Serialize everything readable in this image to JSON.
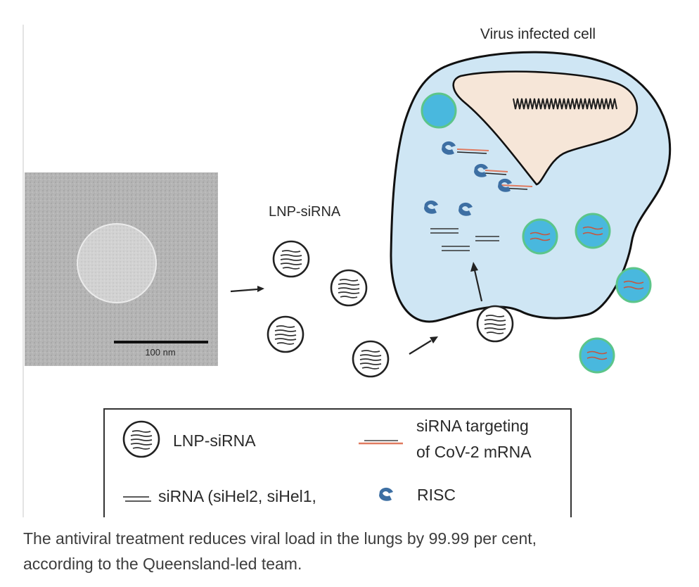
{
  "figure": {
    "virus_cell_label": "Virus infected cell",
    "lnp_label": "LNP-siRNA",
    "scale_bar_label": "100 nm",
    "legend": {
      "lnp": "LNP-siRNA",
      "targeting_line1": "siRNA targeting",
      "targeting_line2": "of CoV-2 mRNA",
      "sirna": "siRNA (siHel2, siHel1,",
      "risc": "RISC"
    }
  },
  "caption": {
    "line1": "The antiviral treatment reduces viral load in the lungs by 99.99 per cent,",
    "line2": "according to the Queensland-led team."
  },
  "colors": {
    "cell_fill": "#cfe6f4",
    "nucleus_fill": "#f6e6d8",
    "vesicle_fill": "#49b8de",
    "vesicle_ring": "#5cc58a",
    "mrna": "#e07a5f",
    "risc": "#3d6fa3"
  }
}
